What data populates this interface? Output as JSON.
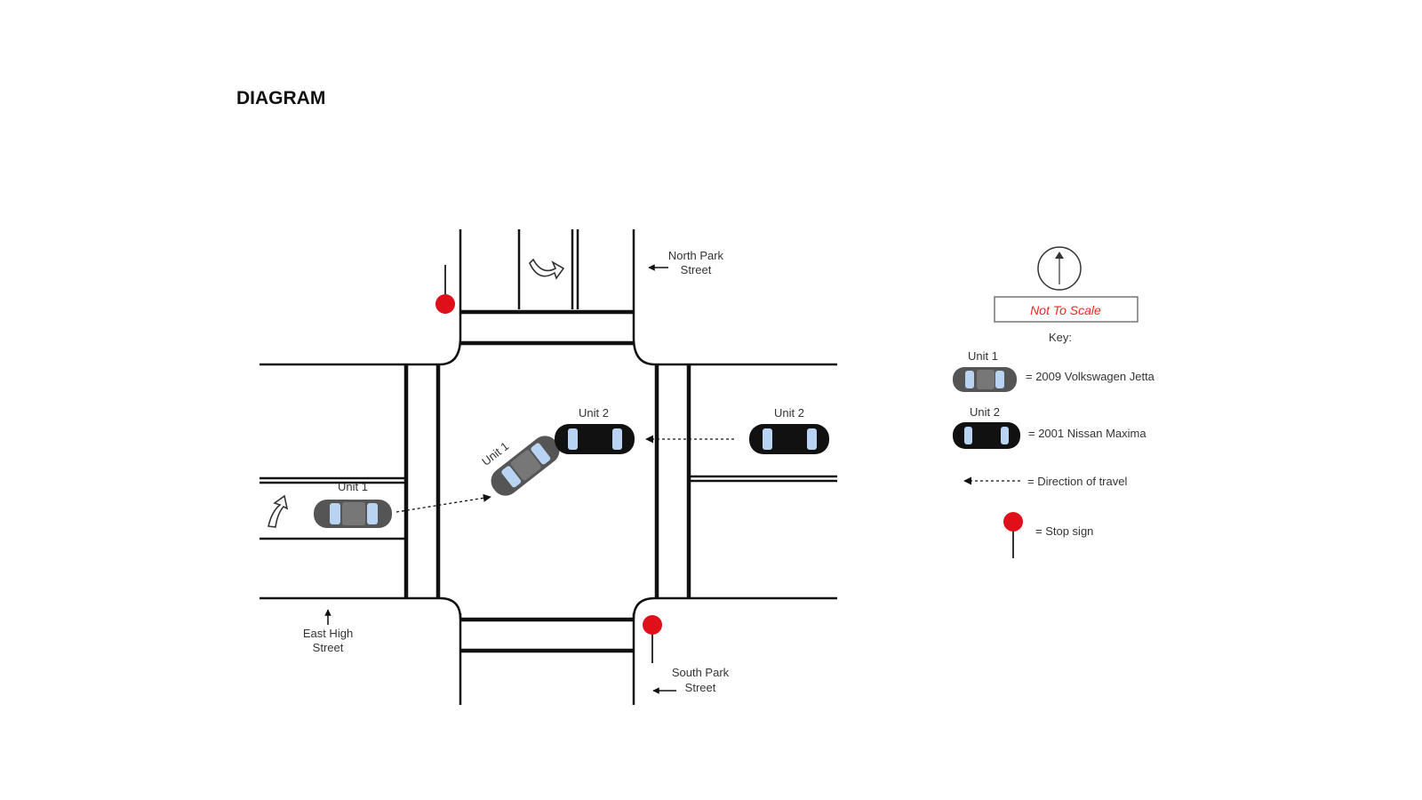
{
  "title": "DIAGRAM",
  "streets": {
    "north": [
      "North Park",
      "Street"
    ],
    "south": [
      "South Park",
      "Street"
    ],
    "east_high": [
      "East High",
      "Street"
    ]
  },
  "vehicles": {
    "unit1_label": "Unit 1",
    "unit2_label": "Unit 2"
  },
  "key": {
    "not_to_scale": "Not To Scale",
    "heading": "Key:",
    "unit1_label": "Unit 1",
    "unit1_text": "= 2009 Volkswagen Jetta",
    "unit2_label": "Unit 2",
    "unit2_text": "= 2001 Nissan Maxima",
    "direction_text": "= Direction of travel",
    "stop_text": "= Stop sign"
  },
  "colors": {
    "stop_sign": "#e0101a",
    "unit1_body": "#555555",
    "unit2_body": "#111111",
    "window": "#b9d4f2"
  }
}
